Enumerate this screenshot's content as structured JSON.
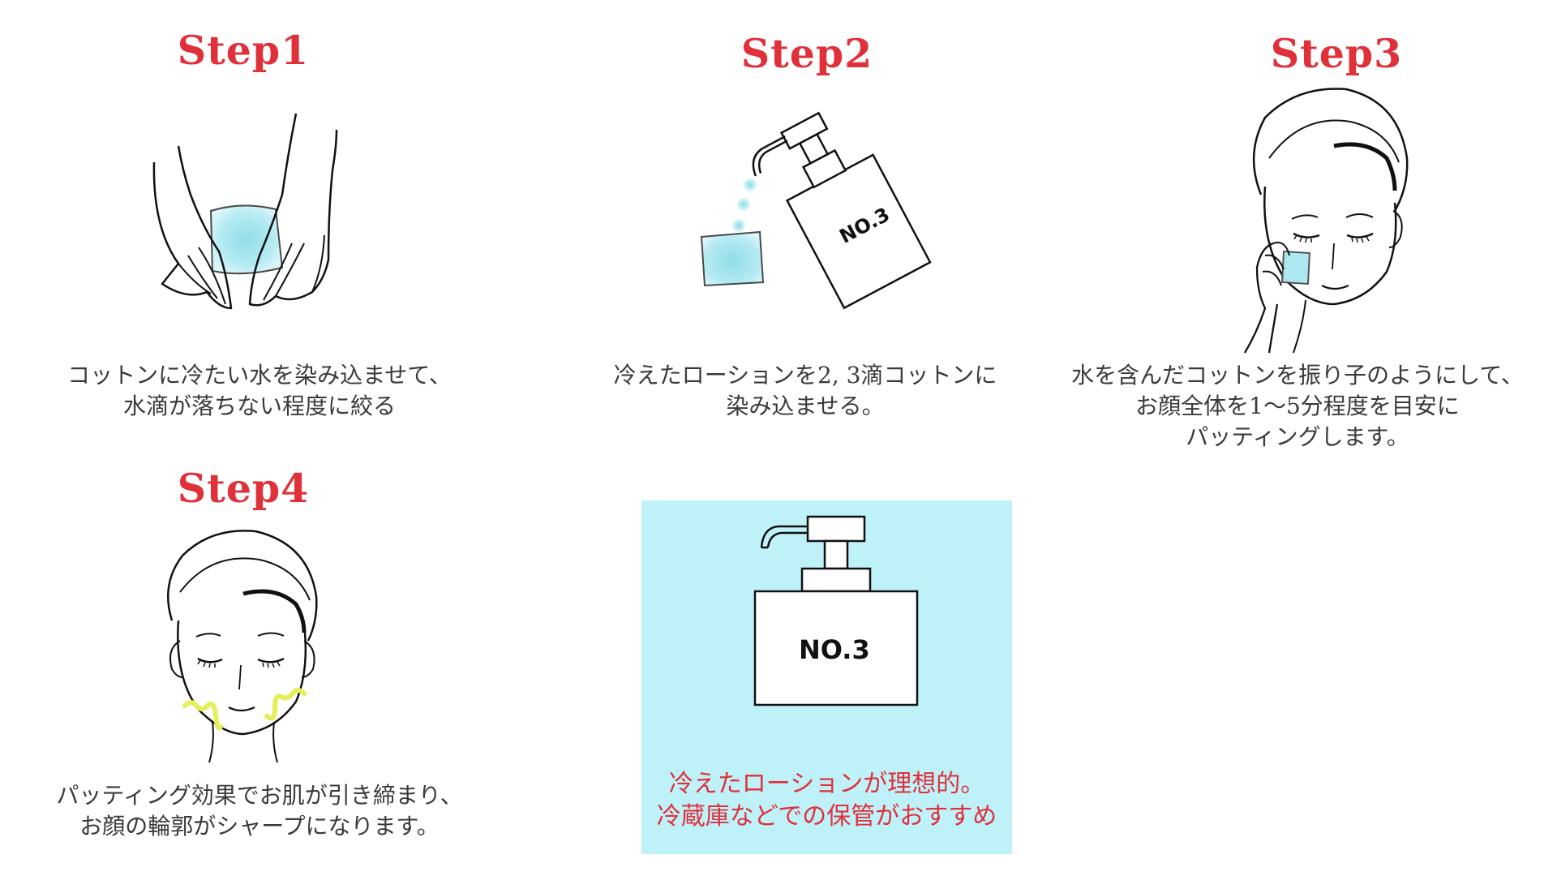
{
  "colors": {
    "accent": "#e0303a",
    "text": "#3a3a3a",
    "note_background": "#bff1f8",
    "cotton_blue": "#8fdde9",
    "highlight_yellow": "#e4ef5a"
  },
  "steps": [
    {
      "title": "Step1",
      "lines": [
        "コットンに冷たい水を染み込ませて、",
        "水滴が落ちない程度に絞る"
      ]
    },
    {
      "title": "Step2",
      "label": "NO.3",
      "lines": [
        "冷えたローションを2, 3滴コットンに",
        "染み込ませる。"
      ]
    },
    {
      "title": "Step3",
      "lines": [
        "水を含んだコットンを振り子のようにして、",
        "お顔全体を1～5分程度を目安に",
        "パッティングします。"
      ]
    },
    {
      "title": "Step4",
      "lines": [
        "パッティング効果でお肌が引き締まり、",
        "お顔の輪郭がシャープになります。"
      ]
    }
  ],
  "note": {
    "label": "NO.3",
    "lines": [
      "冷えたローションが理想的。",
      "冷蔵庫などでの保管がおすすめ"
    ]
  },
  "icons": [
    "hands-squeezing-cotton-icon",
    "lotion-bottle-pouring-icon",
    "face-patting-cotton-icon",
    "face-firming-icon",
    "lotion-pump-bottle-icon"
  ]
}
